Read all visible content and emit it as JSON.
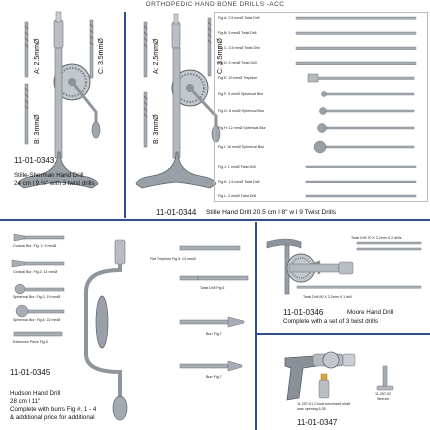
{
  "header": {
    "title": "ORTHOPEDIC HAND BONE DRILLS -ACC"
  },
  "stille_sherman": {
    "bit_a": "A: 2.5mmØ",
    "bit_b": "B: 3mmØ",
    "bit_c": "C: 3.5mmØ",
    "code": "11-01-0343",
    "caption_line1": "Stille-Sherman Hand Drill",
    "caption_line2": "24 cm l 9 ½\" with 3 twist drills"
  },
  "stille": {
    "bit_a": "A: 2.5mmØ",
    "bit_b": "B: 3mmØ",
    "bit_c": "C: 3.5mmØ",
    "code": "11-01-0344",
    "caption": "Stille Hand Drill 20.5 cm l 8\" w l 9 Twist Drills",
    "figures": [
      "Fig.A:  2.5 mmØ  Twist Drill",
      "Fig.B:  3 mmØ  Twist Drill",
      "Fig.C:  3.5 mmØ  Twist Drill",
      "Fig.D:  4 mmØ  Twist Drill",
      "Fig.E:  10 mmØ  Trephine",
      "Fig.F:  5 mmØ  Spherical Blur",
      "Fig.G:  8 mmØ  Spherical Blur",
      "Fig.H:  12 mmØ  Spherical Blur",
      "Fig.I:  16 mmØ  Spherical Blur",
      "Fig.J:  1 mmØ  Twist Drill",
      "Fig.K:  1.5 mmØ  Twist Drill",
      "Fig.L:  2 mmØ  Twist Drill"
    ]
  },
  "hudson": {
    "burrs": [
      "Conical Bur: Fig. 1: 9 mmØ",
      "Conical Bur: Fig.2: 14 mmØ",
      "Spherical Bur: Fig.3: 19 mmØ",
      "Spherical Bur: Fig.4: 22 mmØ",
      "Extension Piece Fig.5"
    ],
    "right_parts": [
      "Flat Trephine Fig.5:  14 mmØ",
      "Twist Drill Fig.6",
      "Burr Fig.7",
      "Burr Fig.7"
    ],
    "code": "11-01-0345",
    "caption_line1": "Hudson Hand Drill",
    "caption_line2": "28 cm l 11\"",
    "caption_line3": "Complete with burrs Fig #. 1 - 4",
    "caption_line4": "& additional price for additional"
  },
  "moore": {
    "drill_top": "Twist Drill 70 X 3.2mm X 2 drills",
    "drill_bottom": "Twist Drill 90 X 3.2mm X 1 drill",
    "code": "11-01-0346",
    "name": "Moore Hand Drill",
    "caption": "Complete with a set of 3 twist drills"
  },
  "chuck": {
    "chuck_label_1": "11-257-01 Chuck benchwell shaft",
    "chuck_label_2": "max opening 6.35",
    "wrench_label_1": "11-257-02",
    "wrench_label_2": "Wrench",
    "code": "11-01-0347"
  },
  "colors": {
    "divider": "#2f4f8f",
    "steel": "#9aa0a8",
    "grip": "#7a7f86"
  }
}
